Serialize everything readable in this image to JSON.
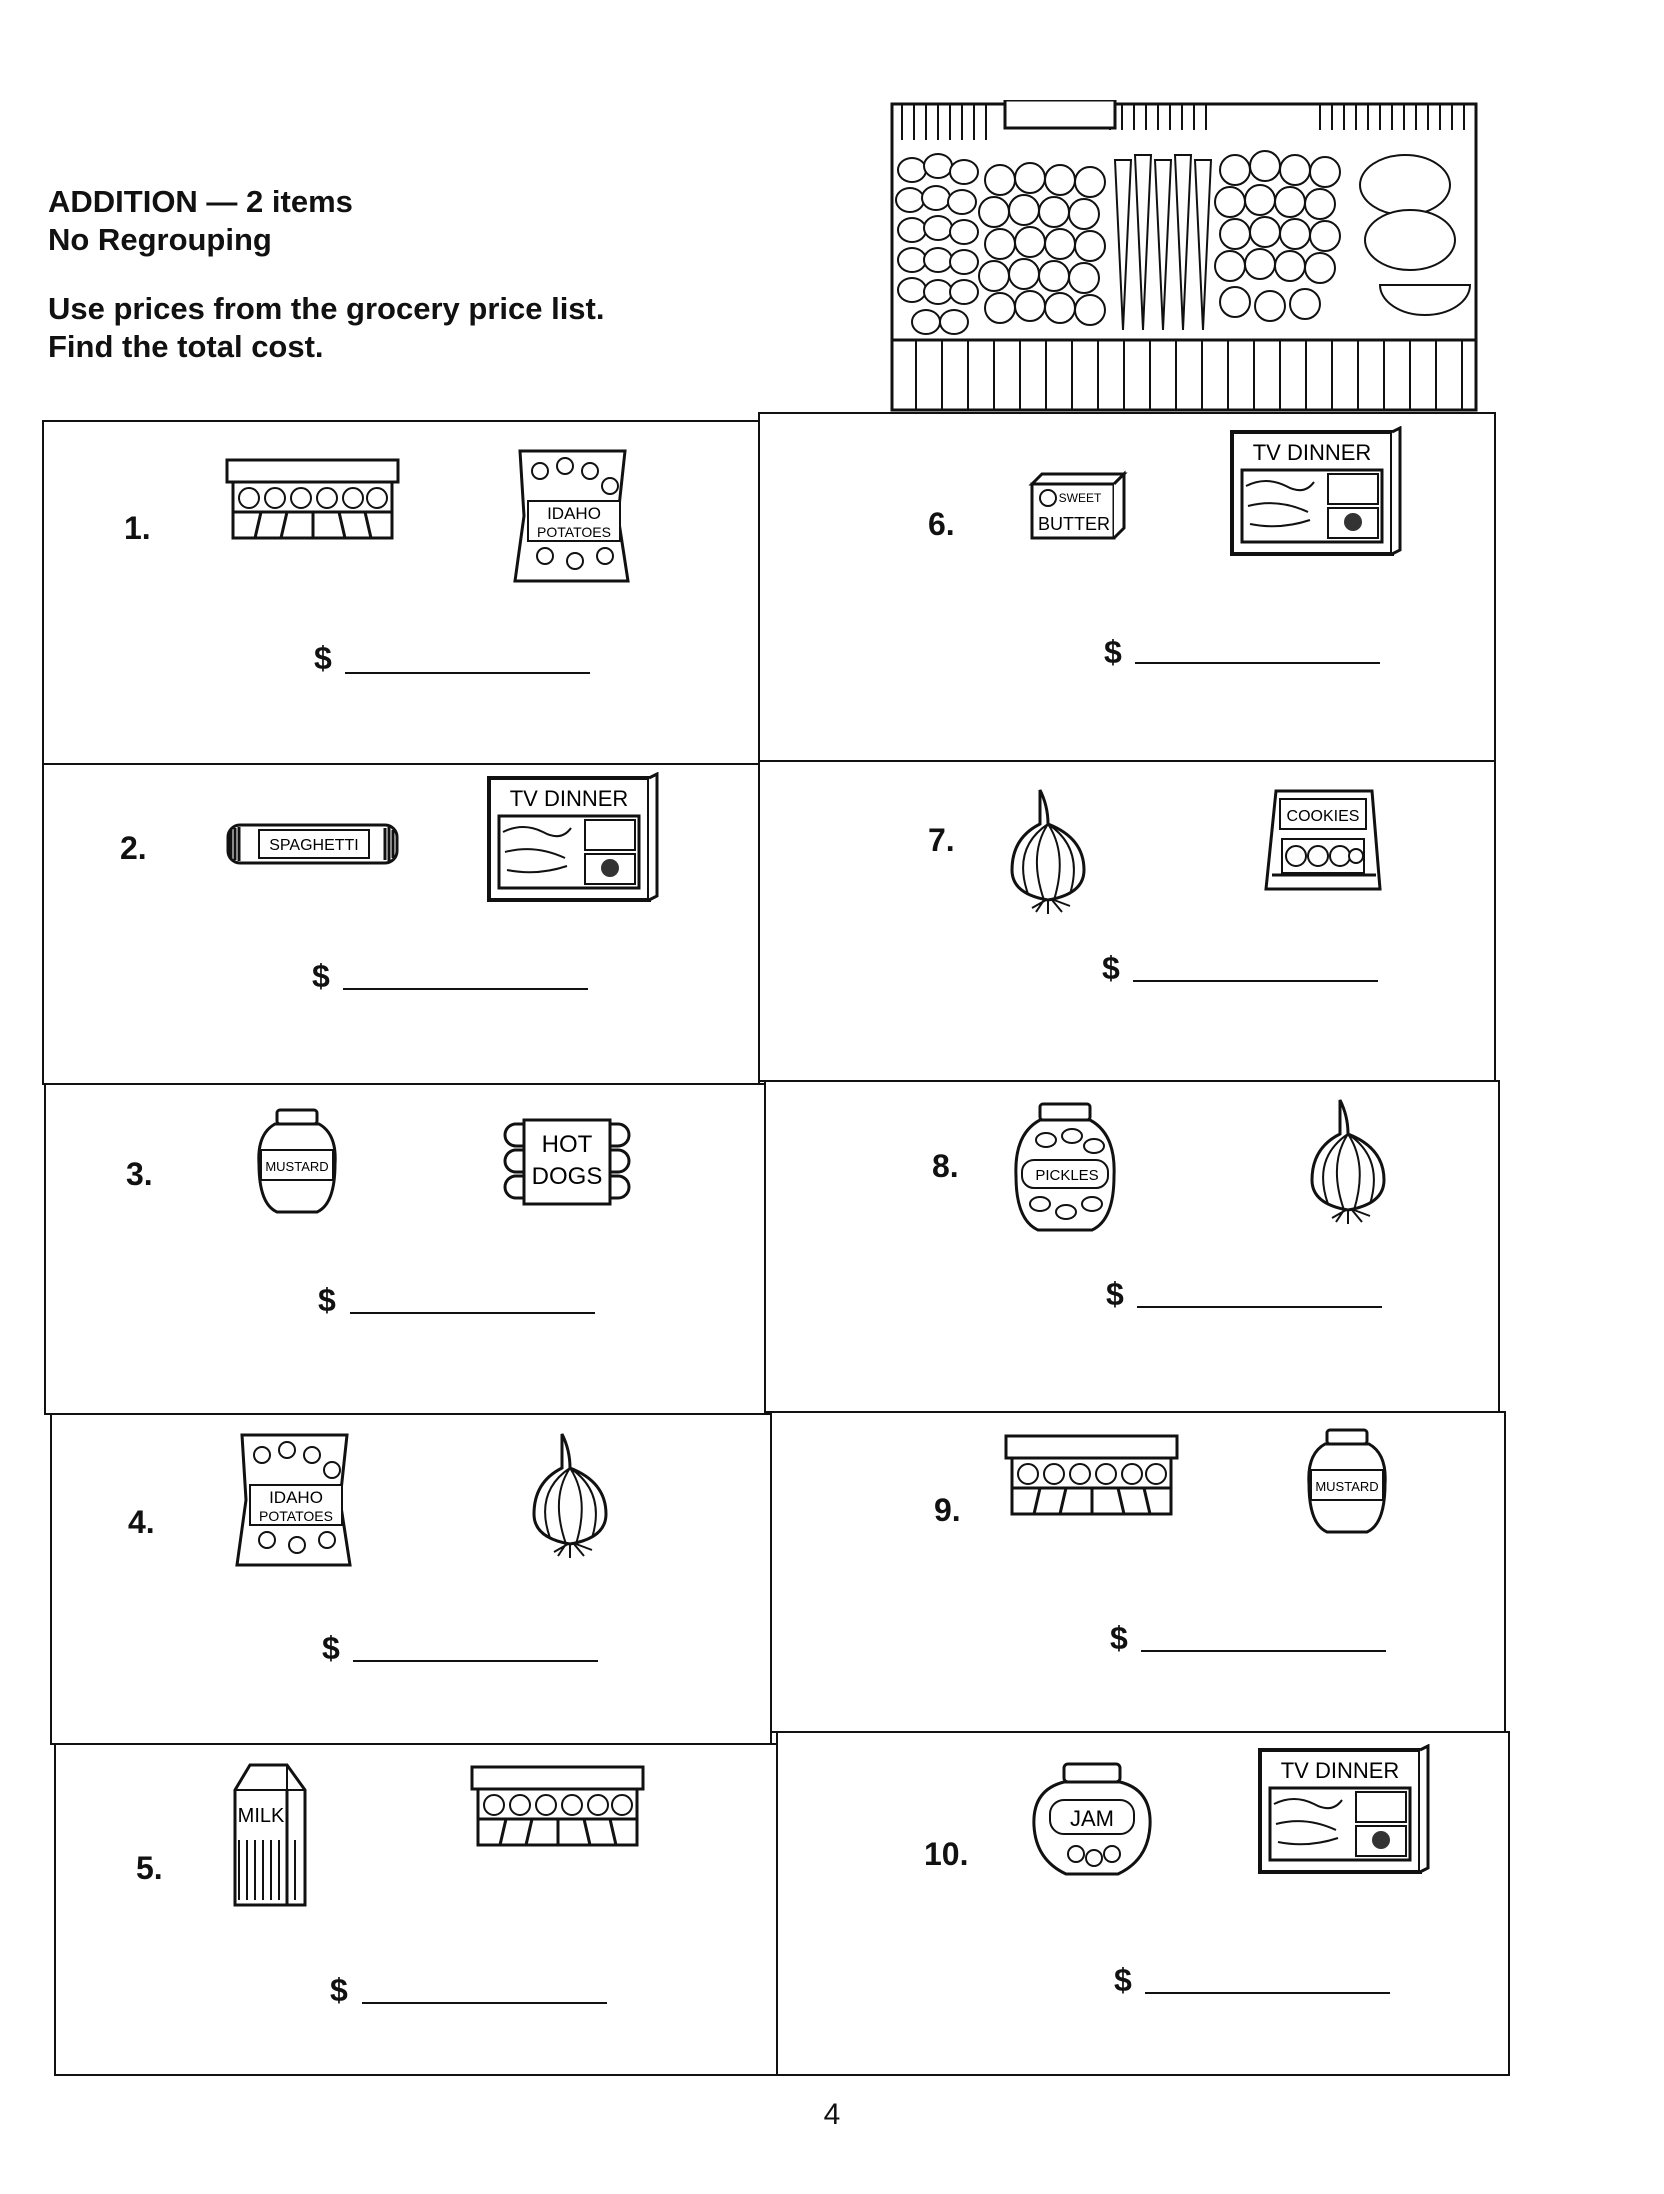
{
  "header": {
    "title_line1": "ADDITION — 2 items",
    "title_line2": "No Regrouping",
    "instruction_line1": "Use prices from the grocery price list.",
    "instruction_line2": "Find the total cost."
  },
  "problems": [
    {
      "number": "1.",
      "items": [
        "eggs",
        "potatoes"
      ],
      "currency": "$"
    },
    {
      "number": "2.",
      "items": [
        "spaghetti",
        "tv-dinner"
      ],
      "currency": "$"
    },
    {
      "number": "3.",
      "items": [
        "mustard",
        "hot-dogs"
      ],
      "currency": "$"
    },
    {
      "number": "4.",
      "items": [
        "potatoes",
        "onion"
      ],
      "currency": "$"
    },
    {
      "number": "5.",
      "items": [
        "milk",
        "eggs"
      ],
      "currency": "$"
    },
    {
      "number": "6.",
      "items": [
        "butter",
        "tv-dinner"
      ],
      "currency": "$"
    },
    {
      "number": "7.",
      "items": [
        "onion",
        "cookies"
      ],
      "currency": "$"
    },
    {
      "number": "8.",
      "items": [
        "pickles",
        "onion"
      ],
      "currency": "$"
    },
    {
      "number": "9.",
      "items": [
        "eggs",
        "mustard"
      ],
      "currency": "$"
    },
    {
      "number": "10.",
      "items": [
        "jam",
        "tv-dinner"
      ],
      "currency": "$"
    }
  ],
  "labels": {
    "potatoes": [
      "IDAHO",
      "POTATOES"
    ],
    "spaghetti": "SPAGHETTI",
    "tv_dinner": "TV DINNER",
    "mustard": "MUSTARD",
    "hot_dogs": [
      "HOT",
      "DOGS"
    ],
    "milk": "MILK",
    "butter": [
      "SWEET",
      "BUTTER"
    ],
    "cookies": "COOKIES",
    "pickles": "PICKLES",
    "jam": "JAM"
  },
  "page_number": "4"
}
